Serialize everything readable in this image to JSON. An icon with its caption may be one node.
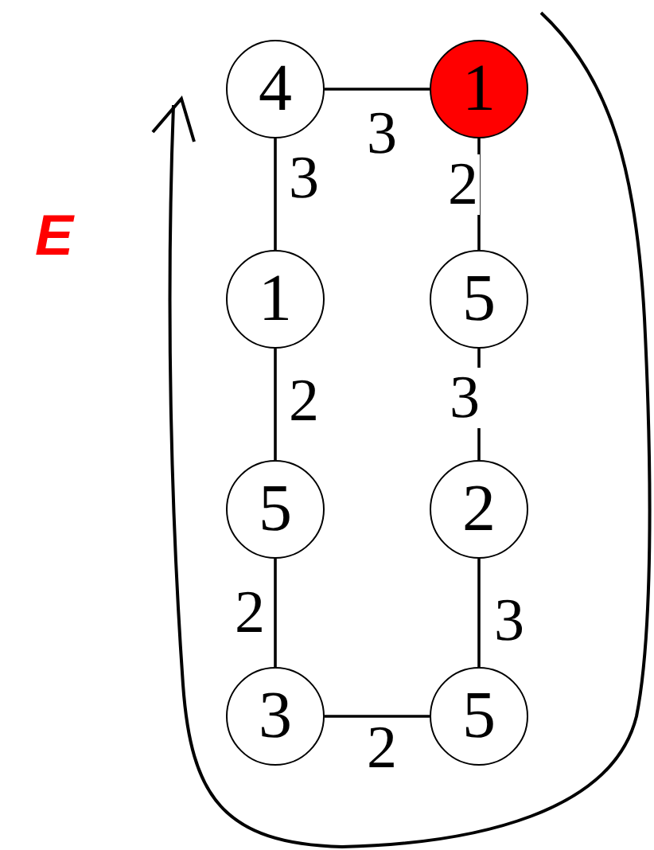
{
  "diagram": {
    "nodes": [
      {
        "text": [
          "4"
        ]
      },
      {
        "text": [
          "1"
        ]
      },
      {
        "text": [
          "1"
        ]
      },
      {
        "text": [
          "5"
        ]
      },
      {
        "text": [
          "5"
        ]
      },
      {
        "text": [
          "2"
        ]
      },
      {
        "text": [
          "3"
        ]
      },
      {
        "text": [
          "5"
        ]
      }
    ],
    "edges": [
      {
        "from": 0,
        "to": 1,
        "arrow": "none",
        "label": "3"
      },
      {
        "from": 0,
        "to": 2,
        "arrow": "none",
        "label": "3"
      },
      {
        "from": 1,
        "to": 3,
        "arrow": "none",
        "label": "2"
      },
      {
        "from": 2,
        "to": 4,
        "arrow": "none",
        "label": "2"
      },
      {
        "from": 3,
        "to": 5,
        "arrow": "none",
        "label": "3"
      },
      {
        "from": 4,
        "to": 6,
        "arrow": "none",
        "label": "2"
      },
      {
        "from": 5,
        "to": 7,
        "arrow": "none",
        "label": "3"
      },
      {
        "from": 6,
        "to": 7,
        "arrow": "none",
        "label": "2"
      }
    ],
    "labels": [
      "E"
    ]
  }
}
